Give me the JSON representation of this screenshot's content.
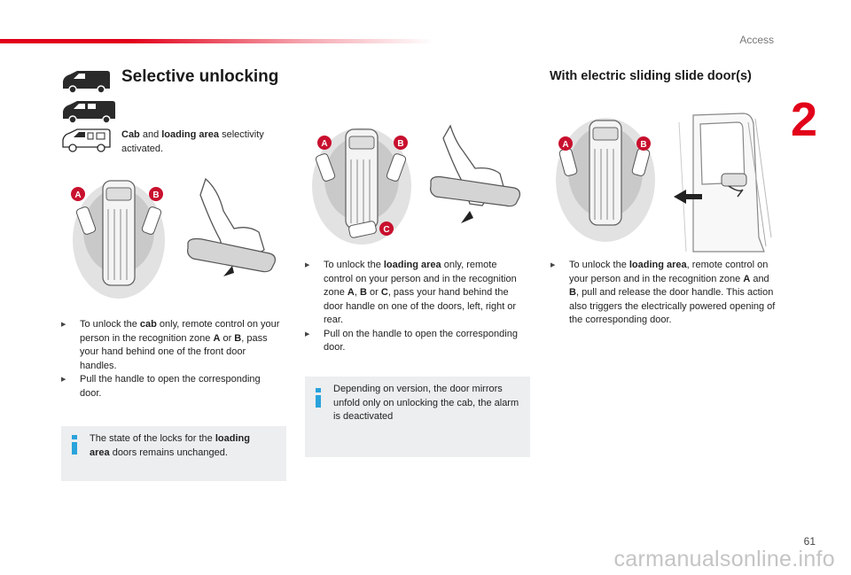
{
  "header": {
    "section": "Access",
    "chapter": "2"
  },
  "left": {
    "title": "Selective unlocking",
    "intro": [
      {
        "text": "Cab",
        "bold": true
      },
      {
        "text": " and ",
        "bold": false
      },
      {
        "text": "loading area",
        "bold": true
      },
      {
        "text": " selectivity activated.",
        "bold": false
      }
    ],
    "bullets": [
      [
        {
          "text": "To unlock the ",
          "bold": false
        },
        {
          "text": "cab",
          "bold": true
        },
        {
          "text": " only, remote control on your person in the recognition zone ",
          "bold": false
        },
        {
          "text": "A",
          "bold": true
        },
        {
          "text": " or ",
          "bold": false
        },
        {
          "text": "B",
          "bold": true
        },
        {
          "text": ", pass your hand behind one of the front door handles.",
          "bold": false
        }
      ],
      [
        {
          "text": "Pull the handle to open the corresponding door.",
          "bold": false
        }
      ]
    ],
    "note": [
      {
        "text": "The state of the locks for the ",
        "bold": false
      },
      {
        "text": "loading area",
        "bold": true
      },
      {
        "text": " doors remains unchanged.",
        "bold": false
      }
    ]
  },
  "middle": {
    "bullets": [
      [
        {
          "text": "To unlock the ",
          "bold": false
        },
        {
          "text": "loading area",
          "bold": true
        },
        {
          "text": " only, remote control on your person and in the recognition zone ",
          "bold": false
        },
        {
          "text": "A",
          "bold": true
        },
        {
          "text": ", ",
          "bold": false
        },
        {
          "text": "B",
          "bold": true
        },
        {
          "text": " or ",
          "bold": false
        },
        {
          "text": "C",
          "bold": true
        },
        {
          "text": ", pass your hand behind the door handle on one of the doors, left, right or rear.",
          "bold": false
        }
      ],
      [
        {
          "text": "Pull on the handle to open the corresponding door.",
          "bold": false
        }
      ]
    ],
    "note": [
      {
        "text": "Depending on version, the door mirrors unfold only on unlocking the cab, the alarm is deactivated",
        "bold": false
      }
    ]
  },
  "right": {
    "title": "With electric sliding slide door(s)",
    "bullets": [
      [
        {
          "text": "To unlock the ",
          "bold": false
        },
        {
          "text": "loading area",
          "bold": true
        },
        {
          "text": ", remote control on your person and in the recognition zone ",
          "bold": false
        },
        {
          "text": "A",
          "bold": true
        },
        {
          "text": " and ",
          "bold": false
        },
        {
          "text": "B",
          "bold": true
        },
        {
          "text": ", pull and release the door handle. This action also triggers the electrically powered opening of the corresponding door.",
          "bold": false
        }
      ]
    ]
  },
  "zones": {
    "a": "A",
    "b": "B",
    "c": "C"
  },
  "footer": {
    "page": "61",
    "watermark": "carmanualsonline.info"
  },
  "colors": {
    "accent_red": "#e2001a",
    "info_blue": "#29a3dc",
    "zone_marker": "#c8102e",
    "note_bg": "#eceeef"
  },
  "icons": [
    "van-side-icon",
    "van-double-cab-icon",
    "van-cab-loading-icon",
    "info-icon",
    "hand-icon",
    "door-handle-icon",
    "remote-key-icon",
    "arrow-icon"
  ]
}
